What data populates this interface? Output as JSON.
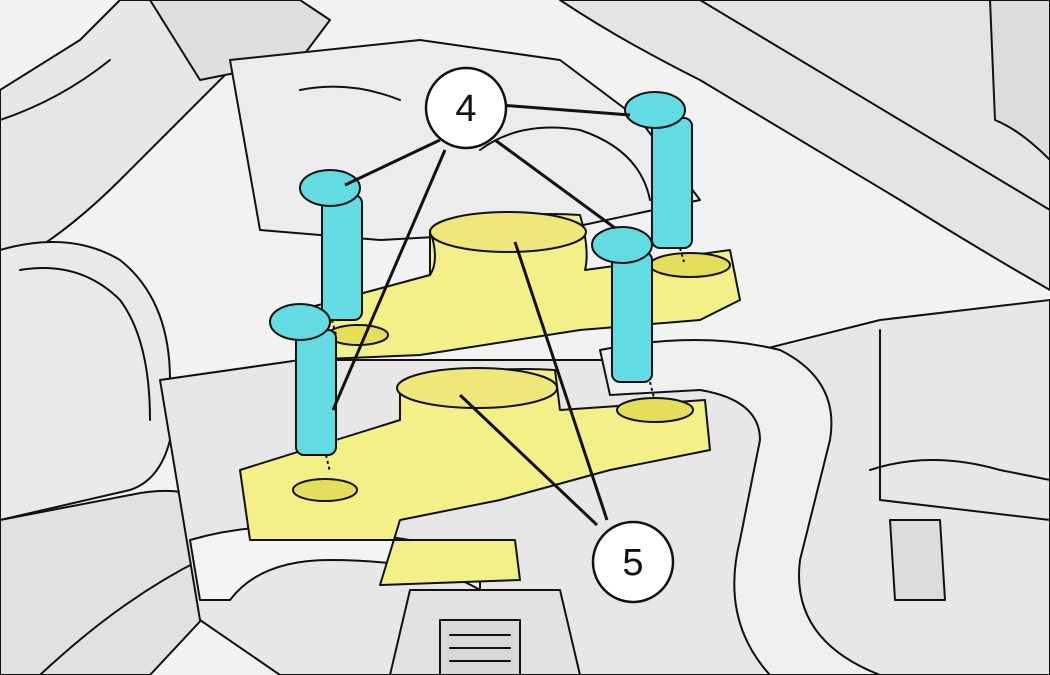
{
  "callouts": [
    {
      "id": "4",
      "label": "4",
      "part": "screw"
    },
    {
      "id": "5",
      "label": "5",
      "part": "ignition-coil"
    }
  ],
  "colors": {
    "background": "#ffffff",
    "engine_body": "#e8e8e8",
    "engine_shadow": "#d3d3d3",
    "outline": "#111111",
    "highlight_coil": "#f3f08a",
    "highlight_coil_shade": "#e4de5a",
    "highlight_screw": "#63dbe3",
    "highlight_screw_shade": "#3fbcc7"
  },
  "icons": {
    "screw": "cyan-screw-icon",
    "coil": "yellow-ignition-coil-icon"
  }
}
